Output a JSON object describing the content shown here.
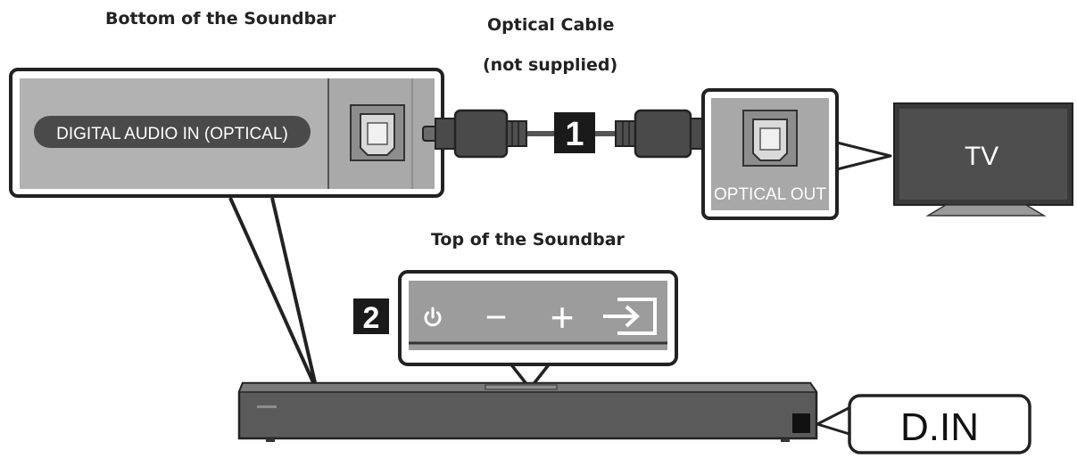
{
  "labels": {
    "bottom_of_soundbar": "Bottom of the Soundbar",
    "optical_cable_line1": "Optical Cable",
    "optical_cable_line2": "(not supplied)",
    "top_of_soundbar": "Top of the Soundbar",
    "digital_audio_in": "DIGITAL AUDIO IN (OPTICAL)",
    "optical_out": "OPTICAL OUT",
    "tv": "TV",
    "step1": "1",
    "step2": "2",
    "display": "D.IN",
    "minus": "−",
    "plus": "+"
  },
  "icons": [
    "power-icon",
    "minus-icon",
    "plus-icon",
    "source-input-icon",
    "optical-port-icon"
  ]
}
